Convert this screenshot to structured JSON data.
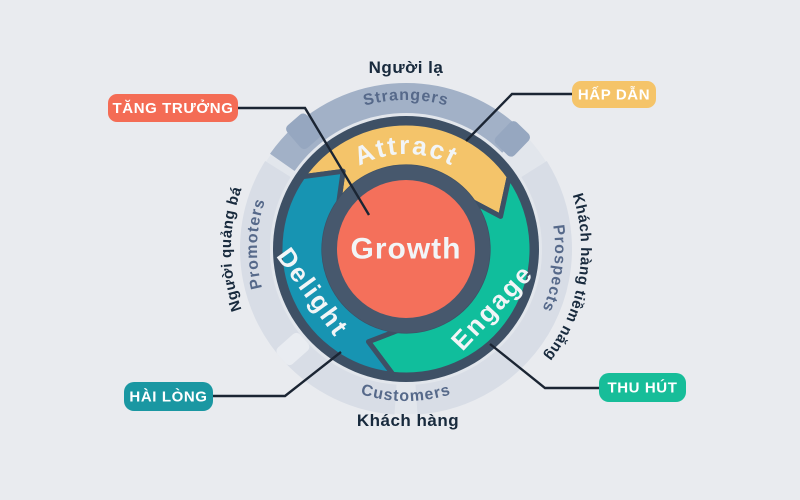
{
  "title": "Flywheel growth diagram (Attract - Engage - Delight)",
  "colors": {
    "background": "#E9EBEF",
    "outer_disc": "#E2E6EC",
    "band_light": "#D8DDE6",
    "band_dark": "#A2B1C7",
    "band_tab_dark": "#96A7C0",
    "band_tab_light": "#E9ECF1",
    "wheel_dark": "#3E5065",
    "inner_ring": "#47586D",
    "hub": "#F4705B",
    "attract": "#F4C46A",
    "engage": "#10BE9C",
    "delight": "#1794B2",
    "chip_growth": "#F46C55",
    "chip_attract": "#F5C469",
    "chip_delight": "#1A97A2",
    "chip_engage": "#17BD99",
    "connector": "#1B2533"
  },
  "hub": {
    "label": "Growth"
  },
  "segments": [
    {
      "id": "attract",
      "label": "Attract"
    },
    {
      "id": "engage",
      "label": "Engage"
    },
    {
      "id": "delight",
      "label": "Delight"
    }
  ],
  "audiences": {
    "top": {
      "vi": "Người lạ",
      "en": "Strangers"
    },
    "right": {
      "vi": "Khách hàng tiềm năng",
      "en": "Prospects"
    },
    "bottom": {
      "vi": "Khách hàng",
      "en": "Customers"
    },
    "left": {
      "vi": "Người quảng bá",
      "en": "Promoters"
    }
  },
  "callouts": [
    {
      "id": "growth",
      "label": "TĂNG TRƯỞNG",
      "position": "top-left"
    },
    {
      "id": "attract",
      "label": "HẤP DẪN",
      "position": "top-right"
    },
    {
      "id": "delight",
      "label": "HÀI LÒNG",
      "position": "bottom-left"
    },
    {
      "id": "engage",
      "label": "THU HÚT",
      "position": "bottom-right"
    }
  ]
}
